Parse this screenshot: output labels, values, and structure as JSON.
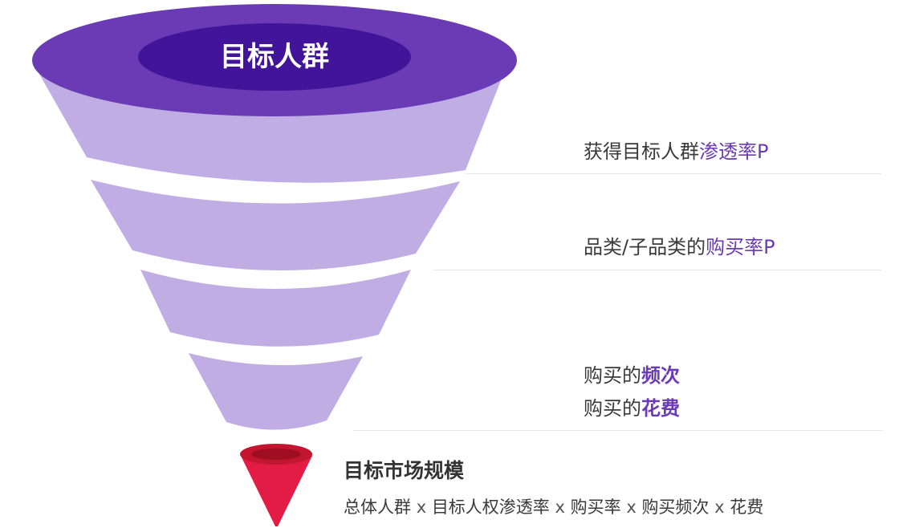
{
  "funnel": {
    "top_title": "目标人群",
    "steps": [
      {
        "prefix": "获得目标人群",
        "highlight": "渗透率P"
      },
      {
        "prefix": "品类/子品类的",
        "highlight": "购买率P"
      },
      {
        "prefix": "购买的",
        "highlight": "频次"
      },
      {
        "prefix": "购买的",
        "highlight": "花费"
      }
    ]
  },
  "result": {
    "title": "目标市场规模",
    "formula": {
      "terms": [
        "总体人群",
        "目标人权渗透率",
        "购买率",
        "购买频次",
        "花费"
      ],
      "operator": "x"
    }
  },
  "colors": {
    "top_outer": "#6a3bb5",
    "top_inner": "#41149a",
    "layer": "#c0ade3",
    "highlight": "#6a3bb5",
    "red_cone": "#e31c45",
    "red_top": "#c2152f",
    "red_inner": "#9e0d22",
    "divider": "#e6e6e6"
  }
}
